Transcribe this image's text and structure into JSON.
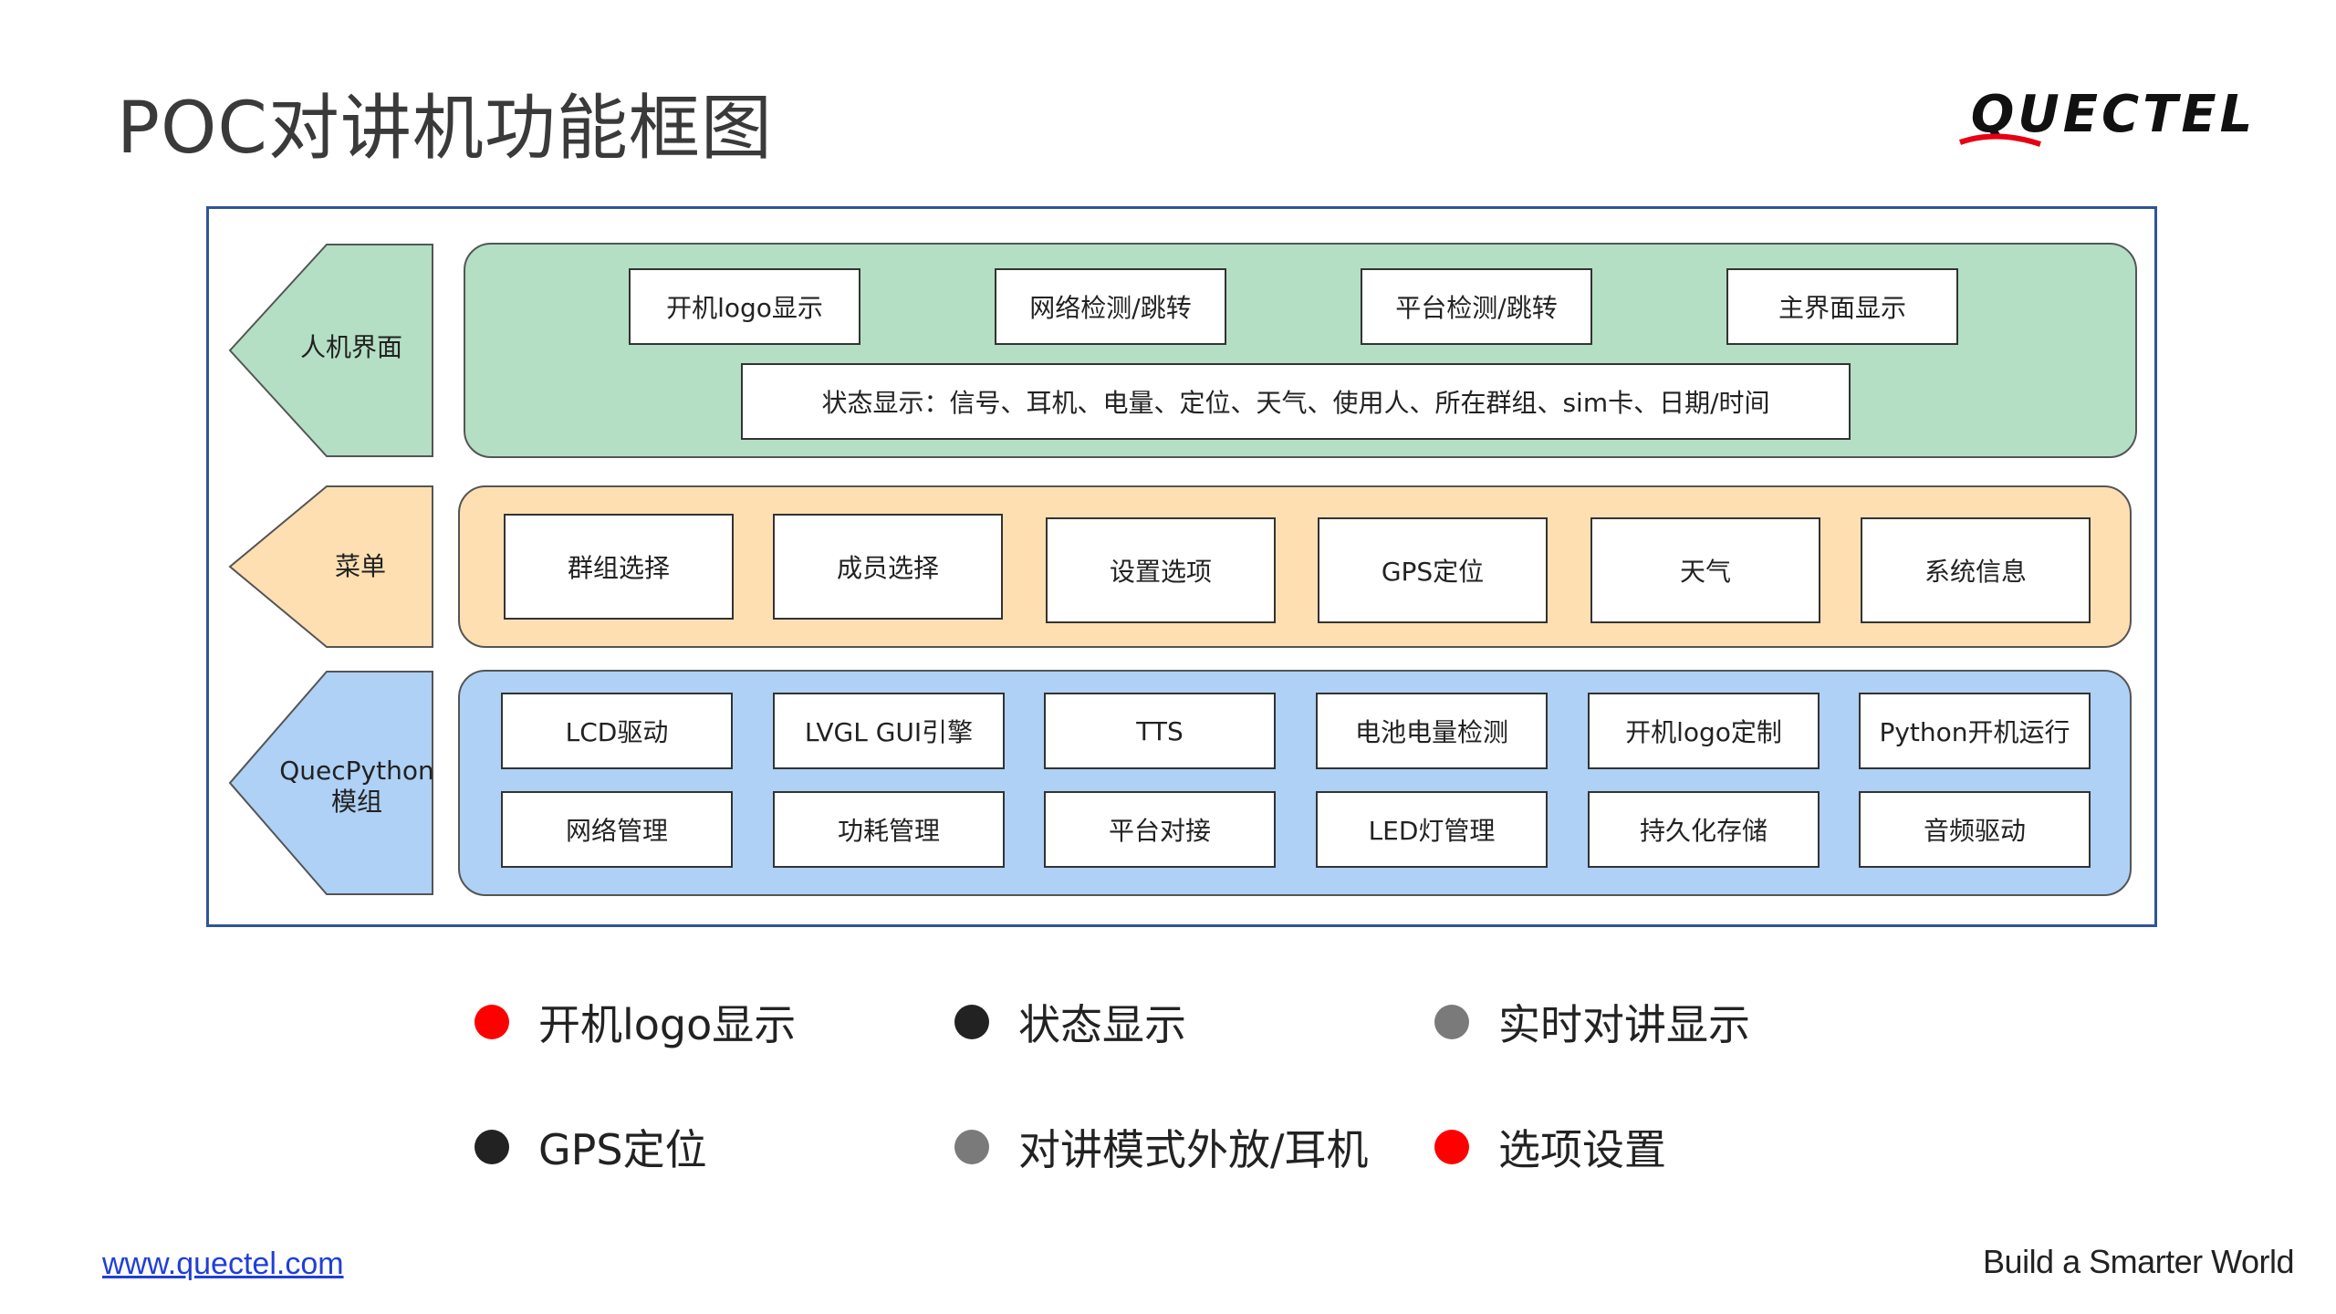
{
  "title": "POC对讲机功能框图",
  "brand": {
    "name": "QUECTEL",
    "color": "#111111",
    "accent": "#e60012"
  },
  "layers": [
    {
      "label": "人机界面",
      "color": "#b4dfc4",
      "row1": [
        "开机logo显示",
        "网络检测/跳转",
        "平台检测/跳转",
        "主界面显示"
      ],
      "row2": [
        "状态显示：信号、耳机、电量、定位、天气、使用人、所在群组、sim卡、日期/时间"
      ]
    },
    {
      "label": "菜单",
      "color": "#fddfb2",
      "row1": [
        "群组选择",
        "成员选择",
        "设置选项",
        "GPS定位",
        "天气",
        "系统信息"
      ]
    },
    {
      "label_line1": "QuecPython",
      "label_line2": "模组",
      "color": "#aed1f5",
      "row1": [
        "LCD驱动",
        "LVGL GUI引擎",
        "TTS",
        "电池电量检测",
        "开机logo定制",
        "Python开机运行"
      ],
      "row2": [
        "网络管理",
        "功耗管理",
        "平台对接",
        "LED灯管理",
        "持久化存储",
        "音频驱动"
      ]
    }
  ],
  "legend": [
    {
      "label": "开机logo显示",
      "color": "#ff0000"
    },
    {
      "label": "状态显示",
      "color": "#222222"
    },
    {
      "label": "实时对讲显示",
      "color": "#7a7a7a"
    },
    {
      "label": "GPS定位",
      "color": "#222222"
    },
    {
      "label": "对讲模式外放/耳机",
      "color": "#7a7a7a"
    },
    {
      "label": "选项设置",
      "color": "#ff0000"
    }
  ],
  "footer": {
    "url": "www.quectel.com",
    "tagline": "Build a Smarter World"
  }
}
